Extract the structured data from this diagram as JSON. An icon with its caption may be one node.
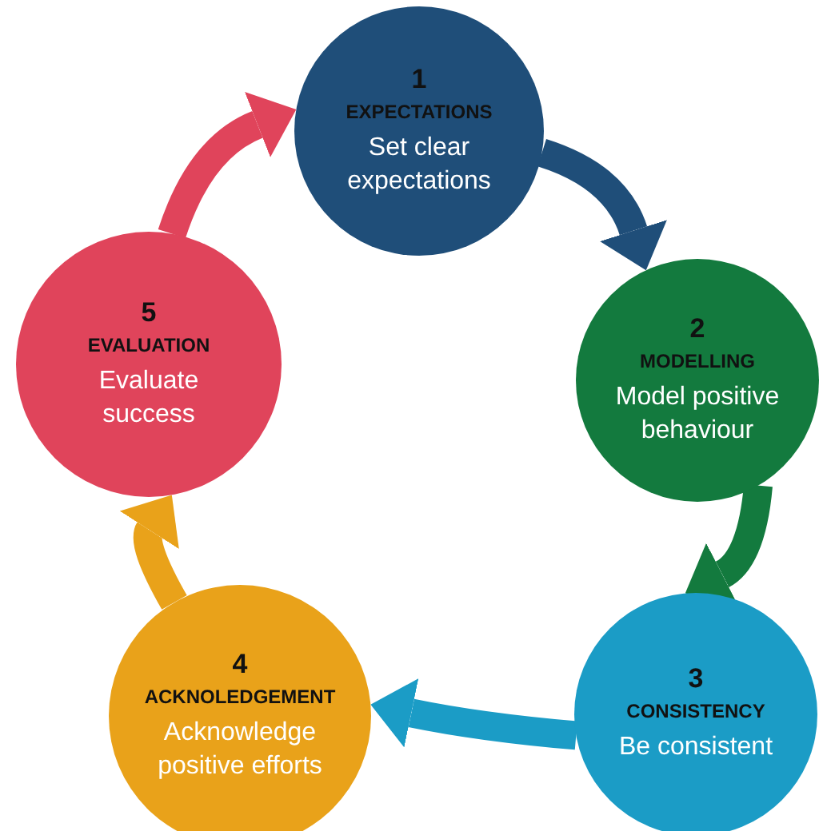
{
  "diagram": {
    "nodes": [
      {
        "text": [
          "1",
          "EXPECTATIONS",
          "Set clear expectations"
        ]
      },
      {
        "text": [
          "2",
          "MODELLING",
          "Model positive behaviour"
        ]
      },
      {
        "text": [
          "3",
          "CONSISTENCY",
          "Be consistent"
        ]
      },
      {
        "text": [
          "4",
          "ACKNOLEDGEMENT",
          "Acknowledge positive efforts"
        ]
      },
      {
        "text": [
          "5",
          "EVALUATION",
          "Evaluate success"
        ]
      }
    ],
    "edges": [
      {
        "from": 0,
        "to": 1,
        "arrow": "to",
        "color": "#1f4e79"
      },
      {
        "from": 1,
        "to": 2,
        "arrow": "to",
        "color": "#137a3e"
      },
      {
        "from": 2,
        "to": 3,
        "arrow": "to",
        "color": "#1b9cc6"
      },
      {
        "from": 3,
        "to": 4,
        "arrow": "to",
        "color": "#e9a21a"
      },
      {
        "from": 4,
        "to": 0,
        "arrow": "to",
        "color": "#e0445b"
      }
    ]
  }
}
